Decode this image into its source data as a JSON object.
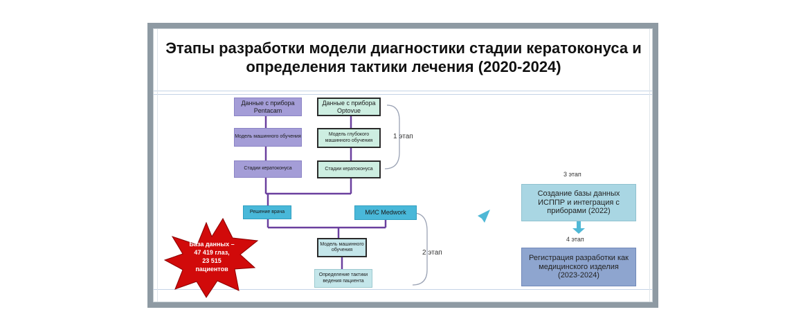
{
  "title": {
    "line1": "Этапы разработки модели диагностики стадии кератоконуса и",
    "line2": "определения тактики лечения (2020-2024)"
  },
  "left_column": {
    "source": "Данные с прибора Pentacam",
    "model": "Модель машинного обучения",
    "stage": "Стадии кератоконуса"
  },
  "right_column": {
    "source": "Данные с прибора Optovue",
    "model": "Модель глубокого машинного обучения",
    "stage": "Стадии кератоконуса"
  },
  "decision": "Решение врача",
  "mis": "МИС Medwork",
  "model2": "Модель машинного обучения",
  "tactics": "Определение тактики ведения пациента",
  "stages": {
    "s1": "1 этап",
    "s2": "2 этап",
    "s3": "3 этап",
    "s4": "4 этап"
  },
  "stage3_box": "Создание базы данных ИСППР и интеграция с приборами (2022)",
  "stage4_box": "Регистрация разработки как медицинского изделия (2023-2024)",
  "database_burst": {
    "line1": "База данных –",
    "line2": "47 419 глаз,",
    "line3": "23 515",
    "line4": "пациентов"
  },
  "colors": {
    "frame": "#8e9aa3",
    "purple_box": "#a49dd7",
    "green_box": "#cdeee1",
    "cyan_box": "#49b8d9",
    "connector": "#6a3f9e",
    "burst": "#d10a0a",
    "arrow": "#4fb8d6"
  }
}
